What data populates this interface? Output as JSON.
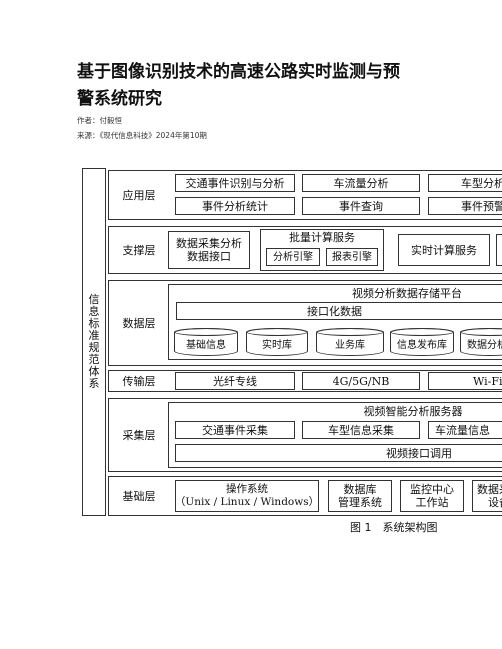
{
  "article": {
    "title_line1": "基于图像识别技术的高速公路实时监测与预",
    "title_line2": "警系统研究",
    "author": "作者：付毅恒",
    "source": "来源：《现代信息科技》2024年第10期"
  },
  "diagram": {
    "side_label": "信息标准规范体系",
    "layers": {
      "app": {
        "label": "应用层",
        "row1": [
          "交通事件识别与分析",
          "车流量分析",
          "车型分析"
        ],
        "row2": [
          "事件分析统计",
          "事件查询",
          "事件预警"
        ]
      },
      "support": {
        "label": "支撑层",
        "collect": "数据采集分析\n数据接口",
        "batch_title": "批量计算服务",
        "batch_items": [
          "分析引擎",
          "报表引擎"
        ],
        "realtime": "实时计算服务"
      },
      "data": {
        "label": "数据层",
        "platform": "视频分析数据存储平台",
        "interface": "接口化数据",
        "stores": [
          "基础信息",
          "实时库",
          "业务库",
          "信息发布库",
          "数据分析"
        ]
      },
      "transport": {
        "label": "传输层",
        "items": [
          "光纤专线",
          "4G/5G/NB",
          "Wi-Fi"
        ]
      },
      "acquire": {
        "label": "采集层",
        "server": "视频智能分析服务器",
        "items": [
          "交通事件采集",
          "车型信息采集",
          "车流量信息"
        ],
        "video": "视频接口调用"
      },
      "base": {
        "label": "基础层",
        "os": "操作系统\n（Unix / Linux / Windows）",
        "db": "数据库\n管理系统",
        "monitor": "监控中心\n工作站",
        "device": "数据采集\n设备"
      }
    },
    "caption": "图 1　系统架构图"
  }
}
